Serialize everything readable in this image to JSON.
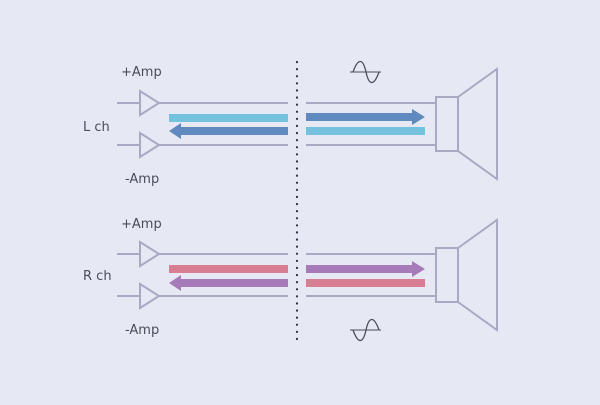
{
  "diagram": {
    "background": "#e6e8f3",
    "line_color": "#a9a9c4",
    "divider_color": "#2f3341",
    "text_color": "#4a4e5a",
    "left_channel": {
      "label": "L ch",
      "plus_label": "+Amp",
      "minus_label": "-Amp",
      "wave_icon": "sine-wave-icon",
      "arrow_colors": {
        "light": "#74c2de",
        "dark": "#5f89bf"
      }
    },
    "right_channel": {
      "label": "R ch",
      "plus_label": "+Amp",
      "minus_label": "-Amp",
      "wave_icon": "sine-wave-icon",
      "arrow_colors": {
        "light": "#d97d93",
        "dark": "#a77bb9"
      }
    }
  }
}
